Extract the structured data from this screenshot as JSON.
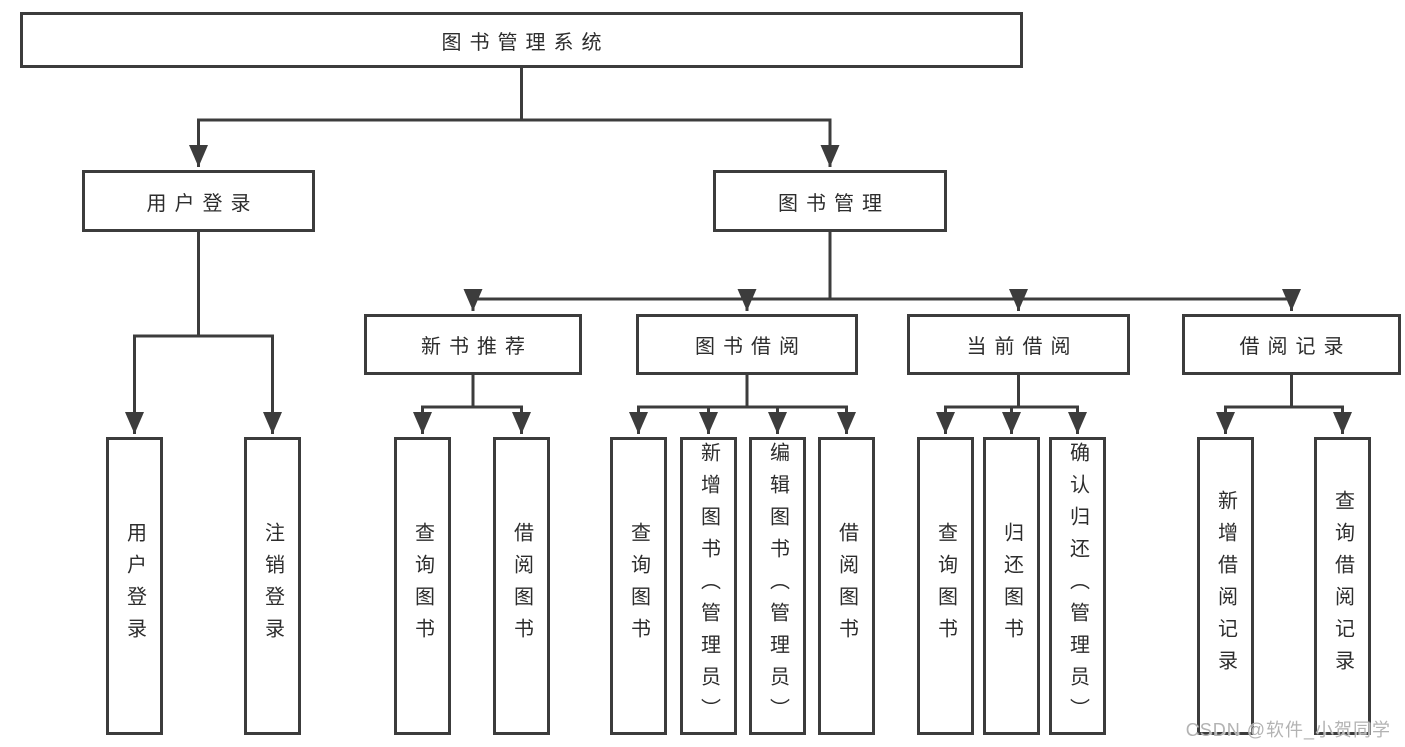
{
  "diagram": {
    "root": "图书管理系统",
    "level2": [
      "用户登录",
      "图书管理"
    ],
    "level3": [
      "新书推荐",
      "图书借阅",
      "当前借阅",
      "借阅记录"
    ],
    "leaves": {
      "user_login": [
        "用户登录",
        "注销登录"
      ],
      "new_book": [
        "查询图书",
        "借阅图书"
      ],
      "book_borrow": [
        "查询图书",
        "新增图书（管理员）",
        "编辑图书（管理员）",
        "借阅图书"
      ],
      "current_borrow": [
        "查询图书",
        "归还图书",
        "确认归还（管理员）"
      ],
      "borrow_record": [
        "新增借阅记录",
        "查询借阅记录"
      ]
    }
  },
  "watermark": {
    "text": "CSDN @软件_小贺同学"
  },
  "colors": {
    "line": "#3c3c3c",
    "box_border": "#3c3c3c",
    "box_background": "#ffffff",
    "text": "#2d2d2d",
    "watermark": "#b3b3b3",
    "page_background": "#ffffff"
  }
}
